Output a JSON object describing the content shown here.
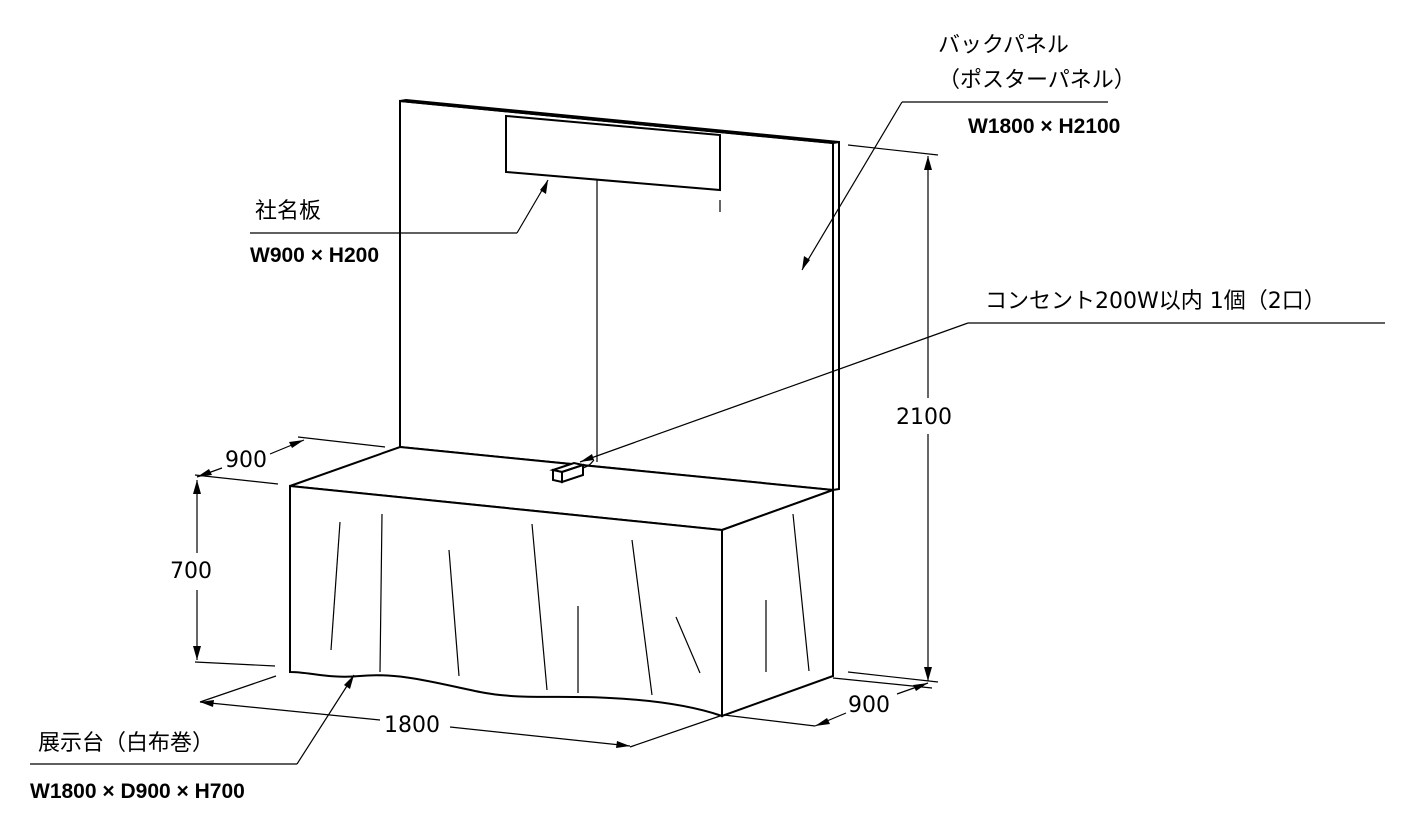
{
  "labels": {
    "back_panel": {
      "title": "バックパネル",
      "subtitle": "（ポスターパネル）",
      "size": "W1800 × H2100"
    },
    "name_board": {
      "title": "社名板",
      "size": "W900 × H200"
    },
    "outlet": {
      "title": "コンセント200W以内 1個（2口）"
    },
    "display_table": {
      "title": "展示台（白布巻）",
      "size": "W1800 × D900 × H700"
    }
  },
  "dimensions": {
    "panel_height": "2100",
    "table_depth_top": "900",
    "table_height": "700",
    "table_width": "1800",
    "table_depth_bottom": "900"
  }
}
